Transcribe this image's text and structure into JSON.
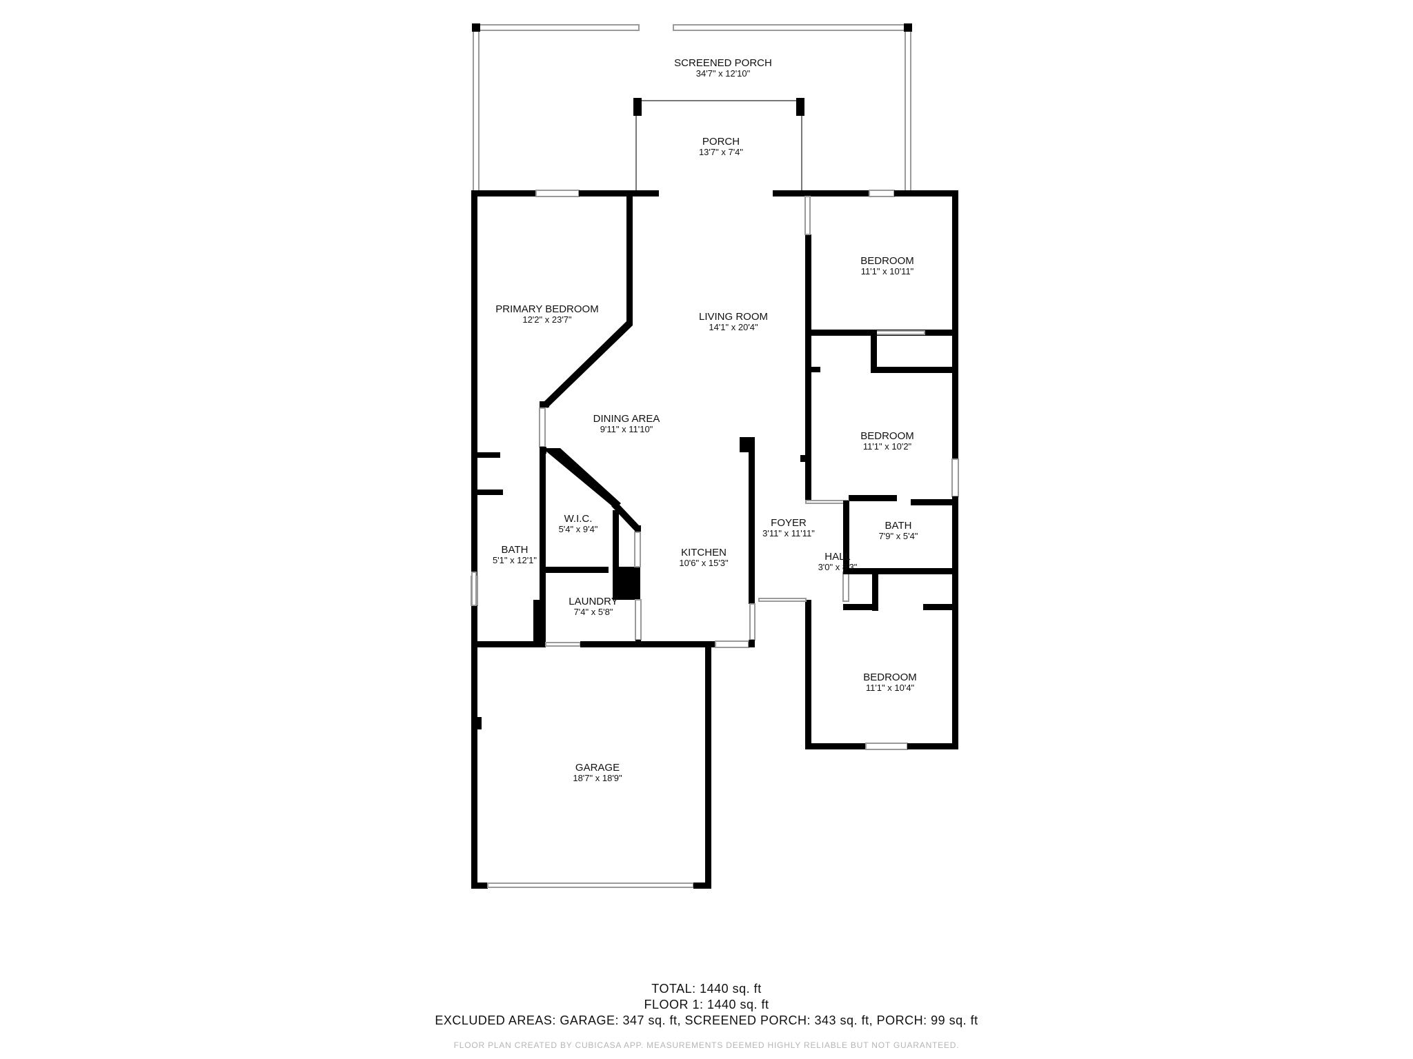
{
  "rooms": {
    "screened_porch": {
      "name": "SCREENED PORCH",
      "dims": "34'7\" x 12'10\""
    },
    "porch": {
      "name": "PORCH",
      "dims": "13'7\" x 7'4\""
    },
    "primary_bedroom": {
      "name": "PRIMARY BEDROOM",
      "dims": "12'2\" x 23'7\""
    },
    "living_room": {
      "name": "LIVING ROOM",
      "dims": "14'1\" x 20'4\""
    },
    "bedroom_1": {
      "name": "BEDROOM",
      "dims": "11'1\" x 10'11\""
    },
    "dining_area": {
      "name": "DINING AREA",
      "dims": "9'11\" x 11'10\""
    },
    "bedroom_2": {
      "name": "BEDROOM",
      "dims": "11'1\" x 10'2\""
    },
    "wic": {
      "name": "W.I.C.",
      "dims": "5'4\" x 9'4\""
    },
    "foyer": {
      "name": "FOYER",
      "dims": "3'11\" x 11'11\""
    },
    "bath_2": {
      "name": "BATH",
      "dims": "7'9\" x 5'4\""
    },
    "bath_1": {
      "name": "BATH",
      "dims": "5'1\" x 12'1\""
    },
    "kitchen": {
      "name": "KITCHEN",
      "dims": "10'6\" x 15'3\""
    },
    "hall": {
      "name": "HALL",
      "dims": "3'0\" x 8'3\""
    },
    "laundry": {
      "name": "LAUNDRY",
      "dims": "7'4\" x 5'8\""
    },
    "bedroom_3": {
      "name": "BEDROOM",
      "dims": "11'1\" x 10'4\""
    },
    "garage": {
      "name": "GARAGE",
      "dims": "18'7\" x 18'9\""
    }
  },
  "summary": {
    "total": "TOTAL: 1440 sq. ft",
    "floor1": "FLOOR 1: 1440 sq. ft",
    "excluded": "EXCLUDED AREAS: GARAGE: 347 sq. ft, SCREENED PORCH: 343 sq. ft, PORCH: 99 sq. ft"
  },
  "footer": {
    "note": "FLOOR PLAN CREATED BY CUBICASA APP. MEASUREMENTS DEEMED HIGHLY RELIABLE BUT NOT GUARANTEED."
  }
}
